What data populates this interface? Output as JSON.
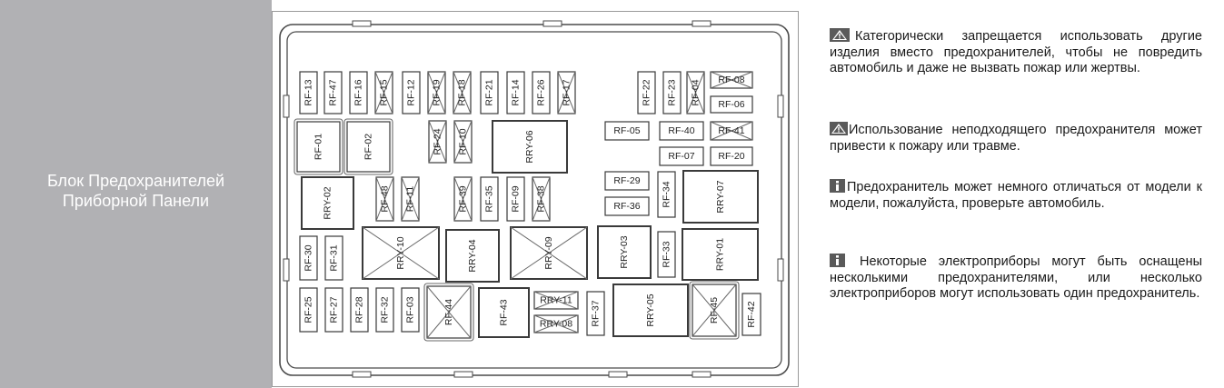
{
  "panel": {
    "title_line1": "Блок Предохранителей",
    "title_line2": "Приборной Панели",
    "background": "#b1b1b4"
  },
  "diagram": {
    "fuses": [
      {
        "id": "rf13",
        "label": "RF-13",
        "crossed": false
      },
      {
        "id": "rf47",
        "label": "RF-47",
        "crossed": false
      },
      {
        "id": "rf16",
        "label": "RF-16",
        "crossed": false
      },
      {
        "id": "rf15",
        "label": "RF-15",
        "crossed": true
      },
      {
        "id": "rf12",
        "label": "RF-12",
        "crossed": false
      },
      {
        "id": "rf19",
        "label": "RF-19",
        "crossed": true
      },
      {
        "id": "rf18",
        "label": "RF-18",
        "crossed": true
      },
      {
        "id": "rf21",
        "label": "RF-21",
        "crossed": false
      },
      {
        "id": "rf14",
        "label": "RF-14",
        "crossed": false
      },
      {
        "id": "rf26",
        "label": "RF-26",
        "crossed": false
      },
      {
        "id": "rf17",
        "label": "RF-17",
        "crossed": true
      },
      {
        "id": "rf22",
        "label": "RF-22",
        "crossed": false
      },
      {
        "id": "rf23",
        "label": "RF-23",
        "crossed": false
      },
      {
        "id": "rf04",
        "label": "RF-04",
        "crossed": true
      },
      {
        "id": "rf08",
        "label": "RF-08",
        "crossed": true
      },
      {
        "id": "rf06",
        "label": "RF-06",
        "crossed": false
      },
      {
        "id": "rf01",
        "label": "RF-01",
        "crossed": false
      },
      {
        "id": "rf02",
        "label": "RF-02",
        "crossed": false
      },
      {
        "id": "rf24",
        "label": "RF-24",
        "crossed": true
      },
      {
        "id": "rf10",
        "label": "RF-10",
        "crossed": true
      },
      {
        "id": "rry06",
        "label": "RRY-06",
        "crossed": false
      },
      {
        "id": "rf05",
        "label": "RF-05",
        "crossed": false
      },
      {
        "id": "rf40",
        "label": "RF-40",
        "crossed": false
      },
      {
        "id": "rf41",
        "label": "RF-41",
        "crossed": true
      },
      {
        "id": "rf07",
        "label": "RF-07",
        "crossed": false
      },
      {
        "id": "rf20",
        "label": "RF-20",
        "crossed": false
      },
      {
        "id": "rry02",
        "label": "RRY-02",
        "crossed": false
      },
      {
        "id": "rf48",
        "label": "RF-48",
        "crossed": true
      },
      {
        "id": "rf11",
        "label": "RF-11",
        "crossed": true
      },
      {
        "id": "rf39",
        "label": "RF-39",
        "crossed": true
      },
      {
        "id": "rf35",
        "label": "RF-35",
        "crossed": false
      },
      {
        "id": "rf09",
        "label": "RF-09",
        "crossed": false
      },
      {
        "id": "rf38",
        "label": "RF-38",
        "crossed": true
      },
      {
        "id": "rf29",
        "label": "RF-29",
        "crossed": false
      },
      {
        "id": "rf36",
        "label": "RF-36",
        "crossed": false
      },
      {
        "id": "rf34",
        "label": "RF-34",
        "crossed": false
      },
      {
        "id": "rry07",
        "label": "RRY-07",
        "crossed": false
      },
      {
        "id": "rf30",
        "label": "RF-30",
        "crossed": false
      },
      {
        "id": "rf31",
        "label": "RF-31",
        "crossed": false
      },
      {
        "id": "rry10",
        "label": "RRY-10",
        "crossed": true
      },
      {
        "id": "rry04",
        "label": "RRY-04",
        "crossed": false
      },
      {
        "id": "rry09",
        "label": "RRY-09",
        "crossed": true
      },
      {
        "id": "rry03",
        "label": "RRY-03",
        "crossed": false
      },
      {
        "id": "rf33",
        "label": "RF-33",
        "crossed": false
      },
      {
        "id": "rry01",
        "label": "RRY-01",
        "crossed": false
      },
      {
        "id": "rf25",
        "label": "RF-25",
        "crossed": false
      },
      {
        "id": "rf27",
        "label": "RF-27",
        "crossed": false
      },
      {
        "id": "rf28",
        "label": "RF-28",
        "crossed": false
      },
      {
        "id": "rf32",
        "label": "RF-32",
        "crossed": false
      },
      {
        "id": "rf03",
        "label": "RF-03",
        "crossed": false
      },
      {
        "id": "rf44",
        "label": "RF-44",
        "crossed": true
      },
      {
        "id": "rf43",
        "label": "RF-43",
        "crossed": false
      },
      {
        "id": "rry11",
        "label": "RRY-11",
        "crossed": true
      },
      {
        "id": "rry08",
        "label": "RRY-08",
        "crossed": true
      },
      {
        "id": "rf37",
        "label": "RF-37",
        "crossed": false
      },
      {
        "id": "rry05",
        "label": "RRY-05",
        "crossed": false
      },
      {
        "id": "rf45",
        "label": "RF-45",
        "crossed": true
      },
      {
        "id": "rf42",
        "label": "RF-42",
        "crossed": false
      }
    ]
  },
  "notes": [
    {
      "icon": "warning-triangle-icon",
      "text": "Категорически запрещается использовать другие изделия вместо предохранителей, чтобы не повредить автомобиль и даже не вызвать пожар или жертвы."
    },
    {
      "icon": "warning-triangle-icon",
      "text": "Использование неподходящего предохранителя может привести к пожару или травме."
    },
    {
      "icon": "info-icon",
      "text": "Предохранитель может немного отличаться от модели к модели, пожалуйста, проверьте автомобиль."
    },
    {
      "icon": "info-icon",
      "text": "Некоторые электроприборы могут быть оснащены несколькими предохранителями, или несколько электроприборов могут использовать один предохранитель."
    }
  ]
}
